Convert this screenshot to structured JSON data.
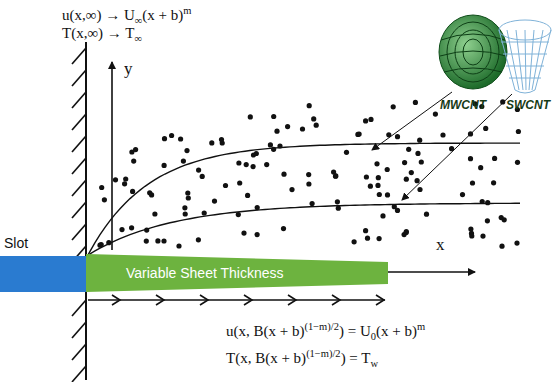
{
  "diagram": {
    "nodes": [
      {
        "text": [
          "Slot"
        ]
      },
      {
        "text": [
          "Variable Sheet Thickness"
        ]
      }
    ],
    "labels": [
      "u(x,∞) → U",
      "∞",
      "(x + b)",
      "m",
      "T(x,∞) → T",
      "∞",
      "y",
      "MWCNT",
      "SWCNT",
      "x",
      "u(x, B(x + b)",
      "(1−m)/2",
      ") = U",
      "0",
      "(x + b)",
      "m",
      "T(x, B(x + b)",
      "(1−m)/2",
      ") = T",
      "w"
    ]
  }
}
